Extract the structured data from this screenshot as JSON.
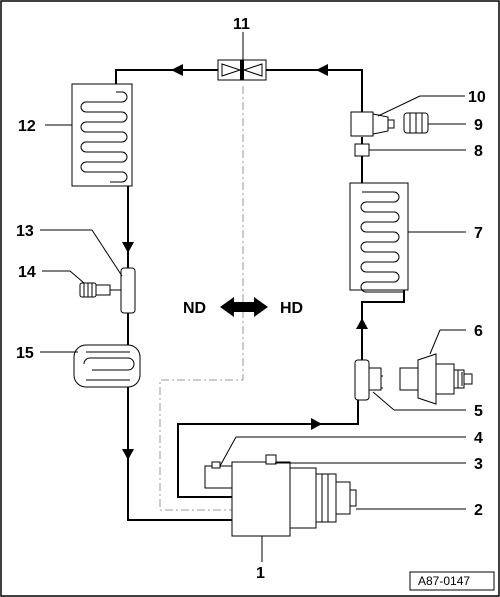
{
  "labels": {
    "l1": "1",
    "l2": "2",
    "l3": "3",
    "l4": "4",
    "l5": "5",
    "l6": "6",
    "l7": "7",
    "l8": "8",
    "l9": "9",
    "l10": "10",
    "l11": "11",
    "l12": "12",
    "l13": "13",
    "l14": "14",
    "l15": "15"
  },
  "zones": {
    "low": "ND",
    "high": "HD"
  },
  "reference": "A87-0147",
  "colors": {
    "line": "#000000",
    "centerline": "#9a9a9a",
    "background": "#ffffff"
  }
}
